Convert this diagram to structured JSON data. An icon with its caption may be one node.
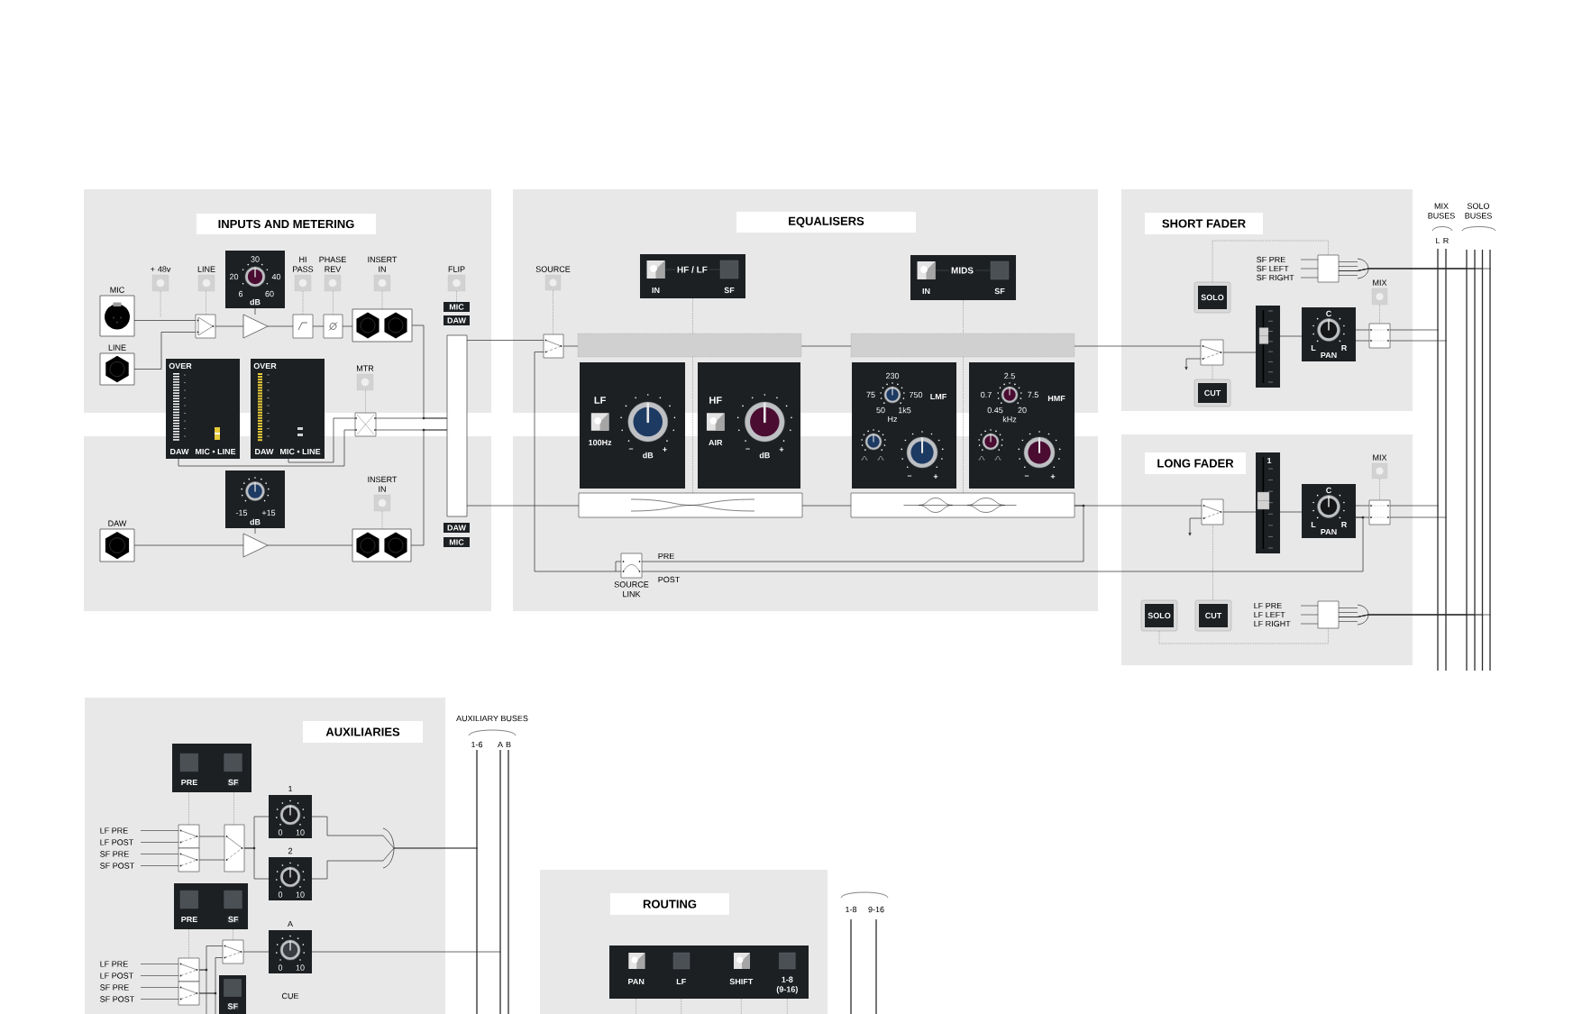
{
  "diagram": {
    "nodes": [
      {
        "text": [
          "INPUTS AND METERING"
        ]
      },
      {
        "text": [],
        "shape": "box"
      },
      {
        "text": [
          "MIC"
        ],
        "in": 0
      },
      {
        "text": [
          "LINE"
        ],
        "in": 0
      },
      {
        "text": [
          "+ 48v"
        ],
        "in": 0
      },
      {
        "text": [
          "LINE"
        ],
        "in": 0
      },
      {
        "text": [],
        "shape": "box",
        "in": 0
      },
      {
        "text": [
          "30",
          "20",
          "40",
          "6",
          "60",
          "dB"
        ],
        "in": 0
      },
      {
        "text": [],
        "shape": "triangle",
        "in": 0
      },
      {
        "text": [
          "HI PASS"
        ],
        "in": 0
      },
      {
        "text": [],
        "shape": "box",
        "in": 0
      },
      {
        "text": [
          "PHASE REV"
        ],
        "in": 0
      },
      {
        "text": [],
        "shape": "box",
        "in": 0
      },
      {
        "text": [
          "INSERT IN"
        ],
        "in": 0
      },
      {
        "text": [],
        "shape": "box",
        "in": 0
      },
      {
        "text": [
          "FLIP"
        ],
        "in": 0
      },
      {
        "text": [
          "MIC"
        ],
        "in": 0
      },
      {
        "text": [
          "DAW"
        ],
        "in": 0
      },
      {
        "text": [],
        "shape": "bar"
      },
      {
        "text": [
          "OVER",
          "DAW",
          "MIC • LINE"
        ]
      },
      {
        "text": [
          "OVER",
          "DAW",
          "MIC • LINE"
        ]
      },
      {
        "text": [
          "MTR"
        ],
        "in": 0
      },
      {
        "text": [],
        "shape": "box"
      },
      {
        "text": [
          "-15",
          "+15",
          "dB"
        ],
        "in": 1
      },
      {
        "text": [
          "DAW"
        ],
        "in": 1
      },
      {
        "text": [],
        "shape": "triangle",
        "in": 1
      },
      {
        "text": [
          "INSERT IN"
        ],
        "in": 1
      },
      {
        "text": [],
        "shape": "box",
        "in": 1
      },
      {
        "text": [
          "DAW"
        ],
        "in": 1
      },
      {
        "text": [
          "MIC"
        ],
        "in": 1
      },
      {
        "text": [
          "EQUALISERS"
        ]
      },
      {
        "text": [],
        "shape": "box"
      },
      {
        "text": [
          "SOURCE"
        ],
        "in": 30
      },
      {
        "text": [],
        "shape": "box",
        "in": 30
      },
      {
        "text": [
          "HF / LF",
          "IN",
          "SF"
        ],
        "in": 30
      },
      {
        "text": [
          "MIDS",
          "IN",
          "SF"
        ],
        "in": 30
      },
      {
        "text": [],
        "shape": "bar",
        "in": 30
      },
      {
        "text": [],
        "shape": "bar",
        "in": 30
      },
      {
        "text": [
          "LF",
          "100Hz",
          "–",
          "dB",
          "+"
        ]
      },
      {
        "text": [
          "HF",
          "AIR",
          "–",
          "dB",
          "+"
        ]
      },
      {
        "text": [
          "230",
          "75",
          "750",
          "50",
          "1k5",
          "Hz",
          "LMF",
          "–",
          "+"
        ]
      },
      {
        "text": [
          "2.5",
          "0.7",
          "7.5",
          "0.45",
          "20",
          "kHz",
          "HMF",
          "–",
          "+"
        ]
      },
      {
        "text": [],
        "shape": "box",
        "in": 31
      },
      {
        "text": [],
        "shape": "box",
        "in": 31
      },
      {
        "text": [],
        "shape": "box",
        "in": 31,
        "beside": [
          "SOURCE LINK"
        ]
      },
      {
        "text": [
          "SHORT FADER"
        ]
      },
      {
        "text": [
          "SOLO"
        ],
        "in": 45
      },
      {
        "text": [],
        "shape": "box",
        "in": 45,
        "beside": [
          "SF PRE",
          "SF LEFT",
          "SF RIGHT"
        ]
      },
      {
        "text": [],
        "shape": "box",
        "in": 45
      },
      {
        "text": [
          "CUT"
        ],
        "in": 45
      },
      {
        "text": [],
        "shape": "box",
        "in": 45
      },
      {
        "text": [
          "C",
          "L",
          "PAN",
          "R"
        ],
        "in": 45
      },
      {
        "text": [
          "MIX"
        ],
        "in": 45
      },
      {
        "text": [],
        "shape": "box",
        "in": 45
      },
      {
        "text": [
          "LONG FADER"
        ]
      },
      {
        "text": [],
        "shape": "box",
        "in": 54
      },
      {
        "text": [
          "1"
        ],
        "in": 54
      },
      {
        "text": [
          "C",
          "L",
          "PAN",
          "R"
        ],
        "in": 54
      },
      {
        "text": [
          "MIX"
        ],
        "in": 54
      },
      {
        "text": [],
        "shape": "box",
        "in": 54
      },
      {
        "text": [
          "SOLO"
        ],
        "in": 54
      },
      {
        "text": [
          "CUT"
        ],
        "in": 54
      },
      {
        "text": [],
        "shape": "box",
        "in": 54,
        "beside": [
          "LF PRE",
          "LF LEFT",
          "LF RIGHT"
        ]
      },
      {
        "text": [
          "L"
        ]
      },
      {
        "text": [
          "R"
        ]
      },
      {
        "text": [],
        "shape": "line"
      },
      {
        "text": [],
        "shape": "line"
      },
      {
        "text": [],
        "shape": "line"
      },
      {
        "text": [],
        "shape": "line"
      },
      {
        "text": [
          "AUXILIARIES"
        ]
      },
      {
        "text": [
          "PRE",
          "SF"
        ],
        "in": 69
      },
      {
        "text": [],
        "shape": "box",
        "in": 69,
        "beside": [
          "LF PRE",
          "LF POST"
        ]
      },
      {
        "text": [],
        "shape": "box",
        "in": 69,
        "beside": [
          "SF PRE",
          "SF POST"
        ]
      },
      {
        "text": [],
        "shape": "box",
        "in": 69
      },
      {
        "text": [
          "1",
          "0",
          "10"
        ],
        "in": 69
      },
      {
        "text": [
          "2",
          "0",
          "10"
        ],
        "in": 69
      },
      {
        "text": [
          "PRE",
          "SF"
        ],
        "in": 69
      },
      {
        "text": [],
        "shape": "box",
        "in": 69,
        "beside": [
          "LF PRE",
          "LF POST"
        ]
      },
      {
        "text": [],
        "shape": "box",
        "in": 69,
        "beside": [
          "SF PRE",
          "SF POST"
        ]
      },
      {
        "text": [],
        "shape": "box",
        "in": 69
      },
      {
        "text": [
          "A",
          "0",
          "10"
        ],
        "in": 69
      },
      {
        "text": [
          "SF"
        ],
        "in": 69
      },
      {
        "text": [
          "1-6"
        ]
      },
      {
        "text": [
          "A"
        ]
      },
      {
        "text": [
          "B"
        ]
      },
      {
        "text": [
          "ROUTING"
        ]
      },
      {
        "text": [
          "PAN",
          "LF",
          "SHIFT",
          "1-8 (9-16)"
        ],
        "in": 85
      },
      {
        "text": [
          "1-8"
        ]
      },
      {
        "text": [
          "9-16"
        ]
      }
    ],
    "edges": [
      {
        "from": 2,
        "to": 6,
        "arrow": "none"
      },
      {
        "from": 3,
        "to": 6,
        "arrow": "none"
      },
      {
        "from": 4,
        "to": null,
        "arrow": "none",
        "style": "dashed"
      },
      {
        "from": 5,
        "to": 6,
        "arrow": "none",
        "style": "dashed"
      },
      {
        "from": 6,
        "to": 8,
        "arrow": "none"
      },
      {
        "from": 7,
        "to": 8,
        "arrow": "none"
      },
      {
        "from": 8,
        "to": 10,
        "arrow": "none"
      },
      {
        "from": 9,
        "to": 10,
        "arrow": "none",
        "style": "dashed"
      },
      {
        "from": 10,
        "to": 12,
        "arrow": "none"
      },
      {
        "from": 11,
        "to": 12,
        "arrow": "none",
        "style": "dashed"
      },
      {
        "from": 12,
        "to": 14,
        "arrow": "none"
      },
      {
        "from": 13,
        "to": 14,
        "arrow": "none",
        "style": "dashed"
      },
      {
        "from": 14,
        "to": 18,
        "arrow": "none"
      },
      {
        "from": 15,
        "to": 16,
        "arrow": "none",
        "style": "dashed"
      },
      {
        "from": 22,
        "to": 18,
        "arrow": "none"
      },
      {
        "from": 21,
        "to": 22,
        "arrow": "none",
        "style": "dashed"
      },
      {
        "from": 22,
        "to": 19,
        "arrow": "none"
      },
      {
        "from": 22,
        "to": 20,
        "arrow": "none"
      },
      {
        "from": 23,
        "to": 25,
        "arrow": "none"
      },
      {
        "from": 24,
        "to": 25,
        "arrow": "none"
      },
      {
        "from": 25,
        "to": 27,
        "arrow": "none"
      },
      {
        "from": 26,
        "to": 27,
        "arrow": "none",
        "style": "dashed"
      },
      {
        "from": 27,
        "to": 18,
        "arrow": "none"
      },
      {
        "from": 18,
        "to": 33,
        "arrow": "none"
      },
      {
        "from": 18,
        "to": 42,
        "arrow": "none"
      },
      {
        "from": 32,
        "to": 33,
        "arrow": "none",
        "style": "dashed"
      },
      {
        "from": 33,
        "to": 36,
        "arrow": "none"
      },
      {
        "from": 36,
        "to": 37,
        "arrow": "none"
      },
      {
        "from": 37,
        "to": 48,
        "arrow": "none"
      },
      {
        "from": 34,
        "to": 36,
        "arrow": "none",
        "style": "dashed"
      },
      {
        "from": 35,
        "to": 37,
        "arrow": "none",
        "style": "dashed"
      },
      {
        "from": 42,
        "to": 43,
        "arrow": "none"
      },
      {
        "from": 43,
        "to": 55,
        "arrow": "none"
      },
      {
        "from": 43,
        "to": 44,
        "arrow": "none",
        "label": "PRE"
      },
      {
        "from": 57,
        "to": 44,
        "arrow": "none",
        "label": "POST"
      },
      {
        "from": 44,
        "to": 33,
        "arrow": "none"
      },
      {
        "from": 48,
        "to": null,
        "arrow": "to"
      },
      {
        "from": 49,
        "to": 48,
        "arrow": "none",
        "style": "dashed"
      },
      {
        "from": 48,
        "to": 50,
        "arrow": "none"
      },
      {
        "from": 50,
        "to": 51,
        "arrow": "none"
      },
      {
        "from": 51,
        "to": 53,
        "arrow": "none"
      },
      {
        "from": 52,
        "to": 53,
        "arrow": "none",
        "style": "dashed"
      },
      {
        "from": 53,
        "to": 63,
        "arrow": "none"
      },
      {
        "from": 53,
        "to": 64,
        "arrow": "none"
      },
      {
        "from": 46,
        "to": 47,
        "arrow": "none",
        "style": "dashed"
      },
      {
        "from": 47,
        "to": 65,
        "arrow": "none"
      },
      {
        "from": 47,
        "to": 66,
        "arrow": "none"
      },
      {
        "from": 47,
        "to": 67,
        "arrow": "none"
      },
      {
        "from": 47,
        "to": 68,
        "arrow": "none"
      },
      {
        "from": 55,
        "to": null,
        "arrow": "to"
      },
      {
        "from": 61,
        "to": 55,
        "arrow": "none",
        "style": "dashed"
      },
      {
        "from": 55,
        "to": 56,
        "arrow": "none"
      },
      {
        "from": 56,
        "to": 57,
        "arrow": "none"
      },
      {
        "from": 57,
        "to": 59,
        "arrow": "none"
      },
      {
        "from": 58,
        "to": 59,
        "arrow": "none",
        "style": "dashed"
      },
      {
        "from": 59,
        "to": 63,
        "arrow": "none"
      },
      {
        "from": 59,
        "to": 64,
        "arrow": "none"
      },
      {
        "from": 60,
        "to": 62,
        "arrow": "none",
        "style": "dashed"
      },
      {
        "from": 62,
        "to": 65,
        "arrow": "none"
      },
      {
        "from": 62,
        "to": 66,
        "arrow": "none"
      },
      {
        "from": 62,
        "to": 67,
        "arrow": "none"
      },
      {
        "from": 62,
        "to": 68,
        "arrow": "none"
      },
      {
        "from": 70,
        "to": 71,
        "arrow": "none",
        "style": "dashed"
      },
      {
        "from": 70,
        "to": 73,
        "arrow": "none",
        "style": "dashed"
      },
      {
        "from": 71,
        "to": 73,
        "arrow": "none"
      },
      {
        "from": 72,
        "to": 73,
        "arrow": "none"
      },
      {
        "from": 73,
        "to": 74,
        "arrow": "none"
      },
      {
        "from": 73,
        "to": 75,
        "arrow": "none"
      },
      {
        "from": 74,
        "to": 82,
        "arrow": "none"
      },
      {
        "from": 75,
        "to": 82,
        "arrow": "none"
      },
      {
        "from": 76,
        "to": 77,
        "arrow": "none",
        "style": "dashed"
      },
      {
        "from": 76,
        "to": 79,
        "arrow": "none",
        "style": "dashed"
      },
      {
        "from": 77,
        "to": 79,
        "arrow": "none"
      },
      {
        "from": 78,
        "to": 79,
        "arrow": "none"
      },
      {
        "from": 79,
        "to": 80,
        "arrow": "none"
      },
      {
        "from": 80,
        "to": 83,
        "arrow": "none"
      },
      {
        "from": 36,
        "to": 42,
        "arrow": "none",
        "style": "dashed"
      },
      {
        "from": 37,
        "to": 43,
        "arrow": "none",
        "style": "dashed"
      },
      {
        "from": 77,
        "to": null,
        "arrow": "none"
      },
      {
        "from": 78,
        "to": null,
        "arrow": "none"
      },
      {
        "from": 86,
        "to": null,
        "arrow": "none",
        "style": "dashed"
      },
      {
        "from": 86,
        "to": null,
        "arrow": "none",
        "style": "dashed"
      },
      {
        "from": 86,
        "to": null,
        "arrow": "none",
        "style": "dashed"
      },
      {
        "from": 86,
        "to": null,
        "arrow": "none",
        "style": "dashed"
      }
    ],
    "labels": [
      "MIX BUSES",
      "SOLO BUSES",
      "AUXILIARY BUSES",
      "CUE"
    ]
  }
}
